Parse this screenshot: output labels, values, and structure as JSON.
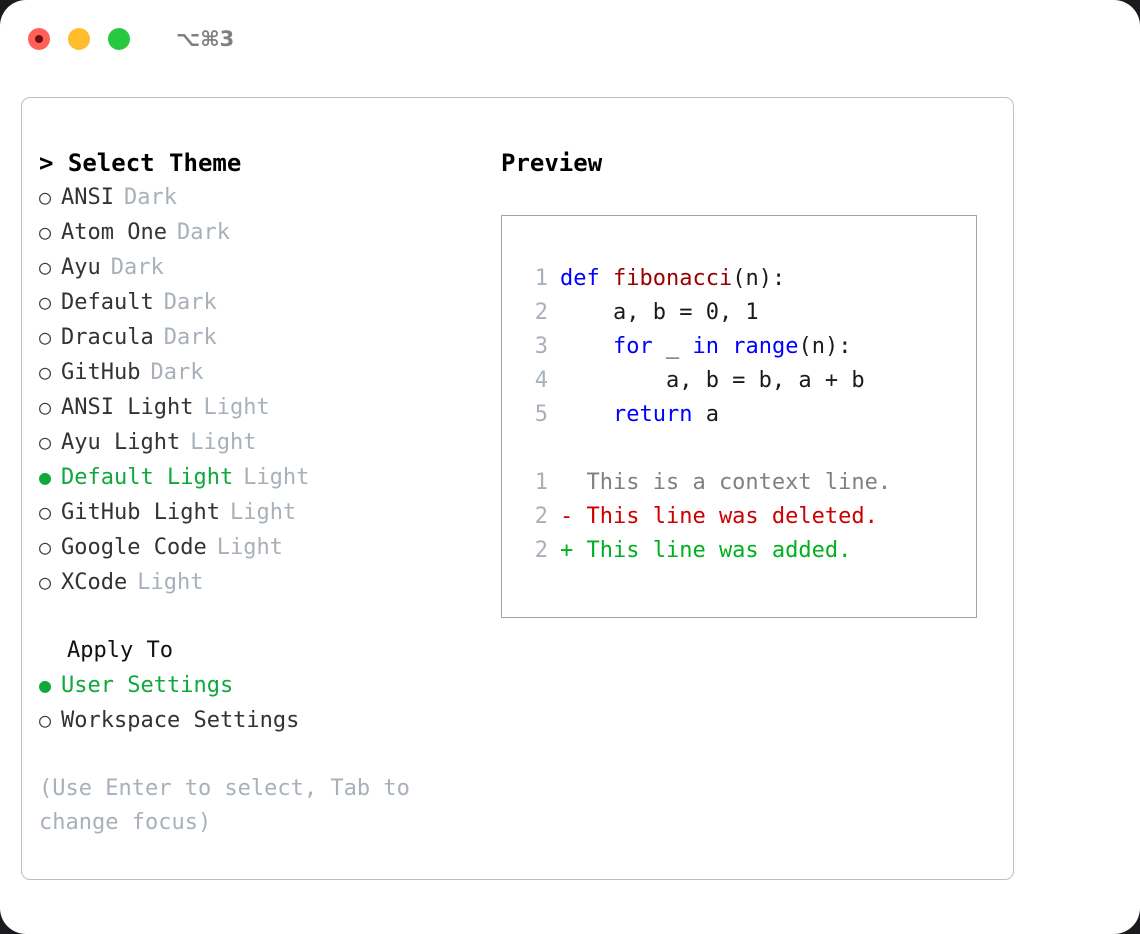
{
  "titlebar": {
    "dots": [
      {
        "name": "close-dot",
        "color": "#ff6159"
      },
      {
        "name": "minimize-dot",
        "color": "#ffbd2e"
      },
      {
        "name": "maximize-dot",
        "color": "#28c840"
      }
    ],
    "shortcut": "⌥⌘3"
  },
  "theme_picker": {
    "header": "> Select Theme",
    "items": [
      {
        "bullet": "○",
        "name": "ANSI",
        "kind": "Dark",
        "selected": false
      },
      {
        "bullet": "○",
        "name": "Atom One",
        "kind": "Dark",
        "selected": false
      },
      {
        "bullet": "○",
        "name": "Ayu",
        "kind": "Dark",
        "selected": false
      },
      {
        "bullet": "○",
        "name": "Default",
        "kind": "Dark",
        "selected": false
      },
      {
        "bullet": "○",
        "name": "Dracula",
        "kind": "Dark",
        "selected": false
      },
      {
        "bullet": "○",
        "name": "GitHub",
        "kind": "Dark",
        "selected": false
      },
      {
        "bullet": "○",
        "name": "ANSI Light",
        "kind": "Light",
        "selected": false
      },
      {
        "bullet": "○",
        "name": "Ayu Light",
        "kind": "Light",
        "selected": false
      },
      {
        "bullet": "●",
        "name": "Default Light",
        "kind": "Light",
        "selected": true
      },
      {
        "bullet": "○",
        "name": "GitHub Light",
        "kind": "Light",
        "selected": false
      },
      {
        "bullet": "○",
        "name": "Google Code",
        "kind": "Light",
        "selected": false
      },
      {
        "bullet": "○",
        "name": "XCode",
        "kind": "Light",
        "selected": false
      }
    ]
  },
  "apply_to": {
    "header": "Apply To",
    "options": [
      {
        "bullet": "●",
        "name": "User Settings",
        "selected": true
      },
      {
        "bullet": "○",
        "name": "Workspace Settings",
        "selected": false
      }
    ]
  },
  "hint": "(Use Enter to select, Tab to change focus)",
  "preview": {
    "title": "Preview",
    "code_lines": [
      {
        "no": "1",
        "tokens": [
          {
            "text": "def ",
            "cls": "tok-kw"
          },
          {
            "text": "fibonacci",
            "cls": "tok-fn"
          },
          {
            "text": "(n):",
            "cls": "tok-pl"
          }
        ]
      },
      {
        "no": "2",
        "tokens": [
          {
            "text": "    a, b = 0, 1",
            "cls": "tok-pl"
          }
        ]
      },
      {
        "no": "3",
        "tokens": [
          {
            "text": "    ",
            "cls": "tok-pl"
          },
          {
            "text": "for",
            "cls": "tok-kw"
          },
          {
            "text": " _ ",
            "cls": "tok-pl"
          },
          {
            "text": "in range",
            "cls": "tok-kw"
          },
          {
            "text": "(n):",
            "cls": "tok-pl"
          }
        ]
      },
      {
        "no": "4",
        "tokens": [
          {
            "text": "        a, b = b, a + b",
            "cls": "tok-pl"
          }
        ]
      },
      {
        "no": "5",
        "tokens": [
          {
            "text": "    ",
            "cls": "tok-pl"
          },
          {
            "text": "return",
            "cls": "tok-kw"
          },
          {
            "text": " a",
            "cls": "tok-pl"
          }
        ]
      }
    ],
    "diff_lines": [
      {
        "no": "1",
        "marker": " ",
        "text": "  This is a context line.",
        "cls": "diff-ctx"
      },
      {
        "no": "2",
        "marker": "-",
        "text": "- This line was deleted.",
        "cls": "diff-del"
      },
      {
        "no": "2",
        "marker": "+",
        "text": "+ This line was added.",
        "cls": "diff-add"
      }
    ]
  },
  "colors": {
    "accent_green": "#0fa83c",
    "muted_gray": "#a8b0ba",
    "keyword_blue": "#0000ff",
    "function_red": "#990000",
    "diff_delete": "#cc0000",
    "diff_add": "#00b020",
    "panel_border": "#b9c0cc",
    "preview_border": "#9aa5b1"
  }
}
